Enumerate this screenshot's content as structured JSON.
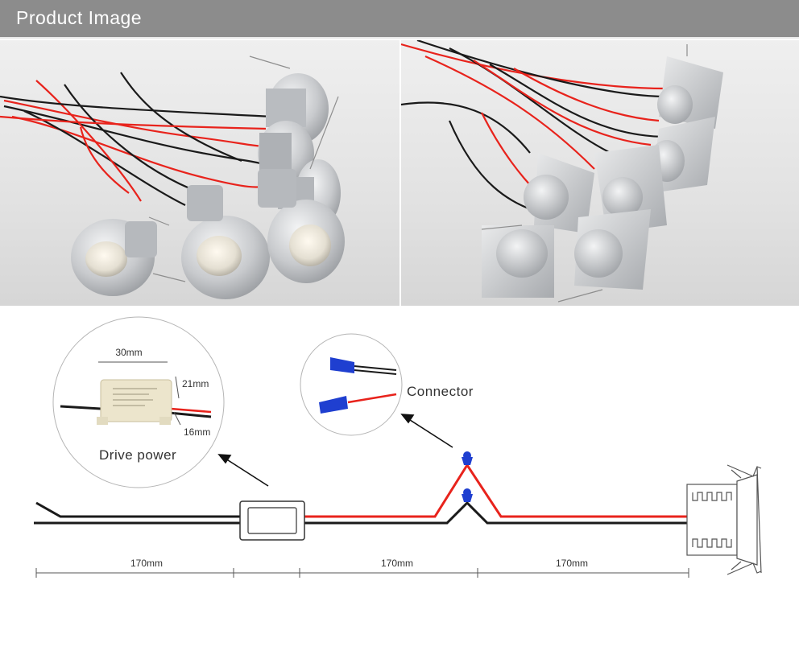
{
  "header": {
    "title": "Product Image"
  },
  "photos": [
    {
      "shape": "round",
      "fixture_count": 6
    },
    {
      "shape": "square",
      "fixture_count": 6
    }
  ],
  "diagram": {
    "drive_power": {
      "label": "Drive power",
      "width": "30mm",
      "height": "21mm",
      "depth": "16mm"
    },
    "connector": {
      "label": "Connector"
    },
    "dimensions": [
      "170mm",
      "170mm",
      "170mm"
    ]
  },
  "colors": {
    "header_bg": "#8c8c8c",
    "wire_red": "#e8231c",
    "wire_black": "#1a1a1a",
    "connector_blue": "#1f3fd0",
    "aluminium": "#c7c9cc"
  }
}
